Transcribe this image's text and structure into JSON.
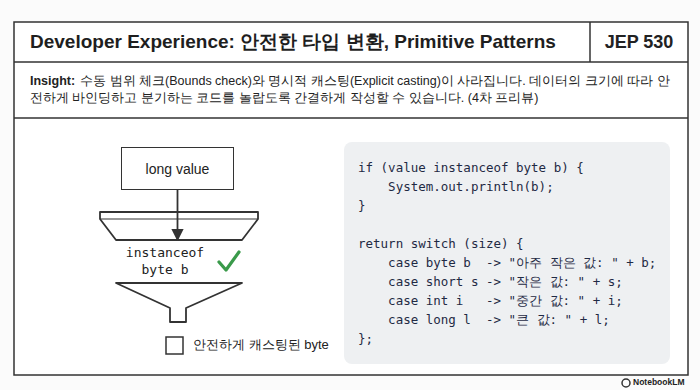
{
  "diagram": {
    "title": "Developer Experience: 안전한 타입 변환, Primitive Patterns",
    "nodes": [
      {
        "text": [
          "JEP 530"
        ]
      },
      {
        "text": [
          "Insight:",
          "수동 범위 체크(Bounds check)와 명시적 캐스팅(Explicit casting)이 사라집니다. 데이터의 크기에 따라 안전하게 바인딩하고 분기하는 코드를 놀랍도록 간결하게 작성할 수 있습니다. (4차 프리뷰)"
        ]
      },
      {
        "text": [
          "long value"
        ]
      },
      {
        "text": [
          "instanceof byte b"
        ]
      },
      {
        "text": [
          "if (value instanceof byte b) {",
          "    System.out.println(b);",
          "}",
          "return switch (size) {",
          "    case byte b  -> \"아주 작은 값: \" + b;",
          "    case short s -> \"작은 값: \" + s;",
          "    case int i   -> \"중간 값: \" + i;",
          "    case long l  -> \"큰 값: \" + l;",
          "};"
        ]
      }
    ],
    "edges": [
      {
        "from": 2,
        "to": 3,
        "arrow": "to"
      }
    ],
    "labels": [
      "안전하게 캐스팅된 byte",
      "NotebookLM"
    ]
  }
}
